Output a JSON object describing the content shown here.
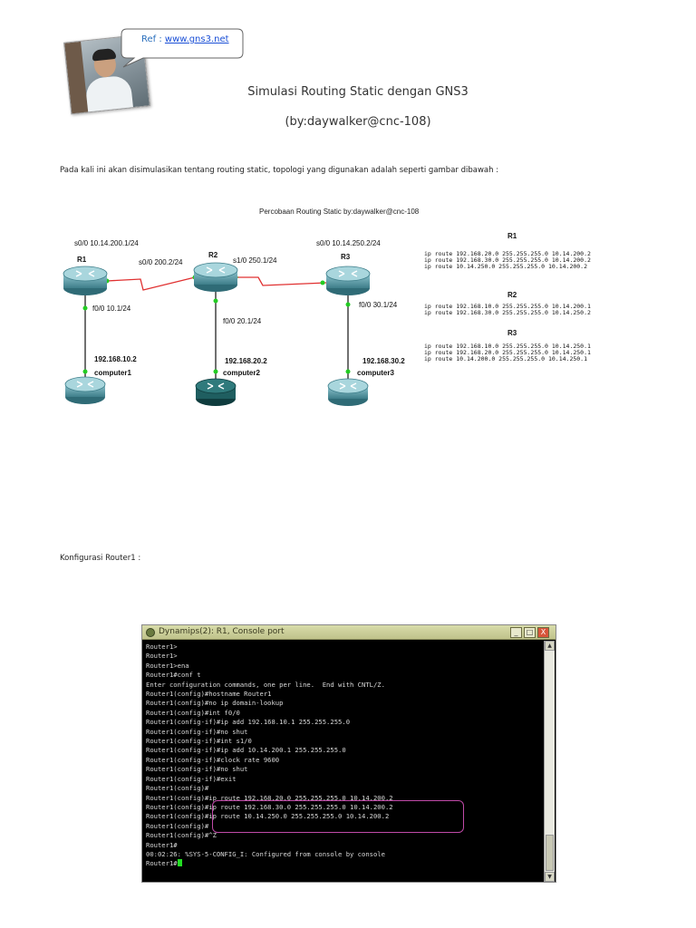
{
  "header": {
    "ref_prefix": "Ref : ",
    "ref_link": "www.gns3.net",
    "title": "Simulasi Routing Static dengan GNS3",
    "subtitle": "(by:daywalker@cnc-108)"
  },
  "intro_text": "Pada kali ini akan disimulasikan tentang routing static, topologi yang digunakan adalah seperti gambar dibawah :",
  "diagram": {
    "title": "Percobaan Routing Static by:daywalker@cnc-108",
    "routers": [
      {
        "name": "R1"
      },
      {
        "name": "R2"
      },
      {
        "name": "R3"
      }
    ],
    "labels": {
      "r1_s00": "s0/0 10.14.200.1/24",
      "r2_s00": "s0/0 200.2/24",
      "r2_s10": "s1/0 250.1/24",
      "r3_s00": "s0/0 10.14.250.2/24",
      "r1_f00": "f0/0 10.1/24",
      "r2_f00": "f0/0 20.1/24",
      "r3_f00": "f0/0 30.1/24"
    },
    "computers": [
      {
        "ip": "192.168.10.2",
        "name": "computer1"
      },
      {
        "ip": "192.168.20.2",
        "name": "computer2"
      },
      {
        "ip": "192.168.30.2",
        "name": "computer3"
      }
    ],
    "route_tables": [
      {
        "router": "R1",
        "routes": [
          "ip route 192.168.20.0 255.255.255.0 10.14.200.2",
          "ip route 192.168.30.0 255.255.255.0 10.14.200.2",
          "ip route 10.14.250.0 255.255.255.0 10.14.200.2"
        ]
      },
      {
        "router": "R2",
        "routes": [
          "ip route 192.168.10.0 255.255.255.0 10.14.200.1",
          "ip route 192.168.30.0 255.255.255.0 10.14.250.2"
        ]
      },
      {
        "router": "R3",
        "routes": [
          "ip route 192.168.10.0 255.255.255.0 10.14.250.1",
          "ip route 192.168.20.0 255.255.255.0 10.14.250.1",
          "ip route 10.14.200.0 255.255.255.0 10.14.250.1"
        ]
      }
    ],
    "colors": {
      "router": "#4a8c99",
      "serial_link": "#e03030",
      "endpoint": "#22cc22",
      "computer2": "#1f5e60"
    }
  },
  "konfigurasi_label": "Konfigurasi Router1 :",
  "console": {
    "title": "Dynamips(2): R1, Console port",
    "buttons": {
      "minimize": "_",
      "maximize": "□",
      "close": "X"
    },
    "lines": [
      "Router1>",
      "Router1>",
      "Router1>ena",
      "Router1#conf t",
      "Enter configuration commands, one per line.  End with CNTL/Z.",
      "Router1(config)#hostname Router1",
      "Router1(config)#no ip domain-lookup",
      "Router1(config)#int f0/0",
      "Router1(config-if)#ip add 192.168.10.1 255.255.255.0",
      "Router1(config-if)#no shut",
      "Router1(config-if)#int s1/0",
      "Router1(config-if)#ip add 10.14.200.1 255.255.255.0",
      "Router1(config-if)#clock rate 9600",
      "Router1(config-if)#no shut",
      "Router1(config-if)#exit",
      "Router1(config)#",
      "Router1(config)#ip route 192.168.20.0 255.255.255.0 10.14.200.2",
      "Router1(config)#ip route 192.168.30.0 255.255.255.0 10.14.200.2",
      "Router1(config)#ip route 10.14.250.0 255.255.255.0 10.14.200.2",
      "Router1(config)#",
      "Router1(config)#^Z",
      "Router1#",
      "00:02:26: %SYS-5-CONFIG_I: Configured from console by console"
    ],
    "prompt": "Router1#"
  }
}
